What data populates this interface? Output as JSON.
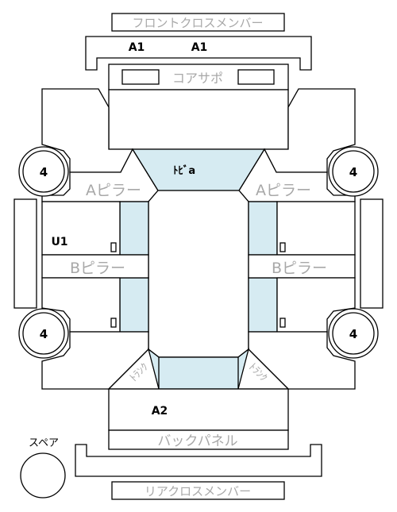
{
  "labels": {
    "front_cross_member": "フロントクロスメンバー",
    "a1_left": "A1",
    "a1_right": "A1",
    "core_support": "コアサポ",
    "roof_code": "ﾄﾋﾞa",
    "a_pillar_left": "Aピラー",
    "a_pillar_right": "Aピラー",
    "u1": "U1",
    "b_pillar_left": "Bピラー",
    "b_pillar_right": "Bピラー",
    "a2": "A2",
    "back_panel": "バックパネル",
    "spare": "スペア",
    "rear_cross_member": "リアクロスメンバー",
    "trunk_left": "ﾄﾗﾝｸ",
    "trunk_right": "ﾄﾗﾝｸ"
  },
  "tires": {
    "front_left": "4",
    "front_right": "4",
    "rear_left": "4",
    "rear_right": "4"
  },
  "colors": {
    "glass": "#d6ebf2",
    "outline": "#000000",
    "label_gray": "#a8a8a8"
  }
}
